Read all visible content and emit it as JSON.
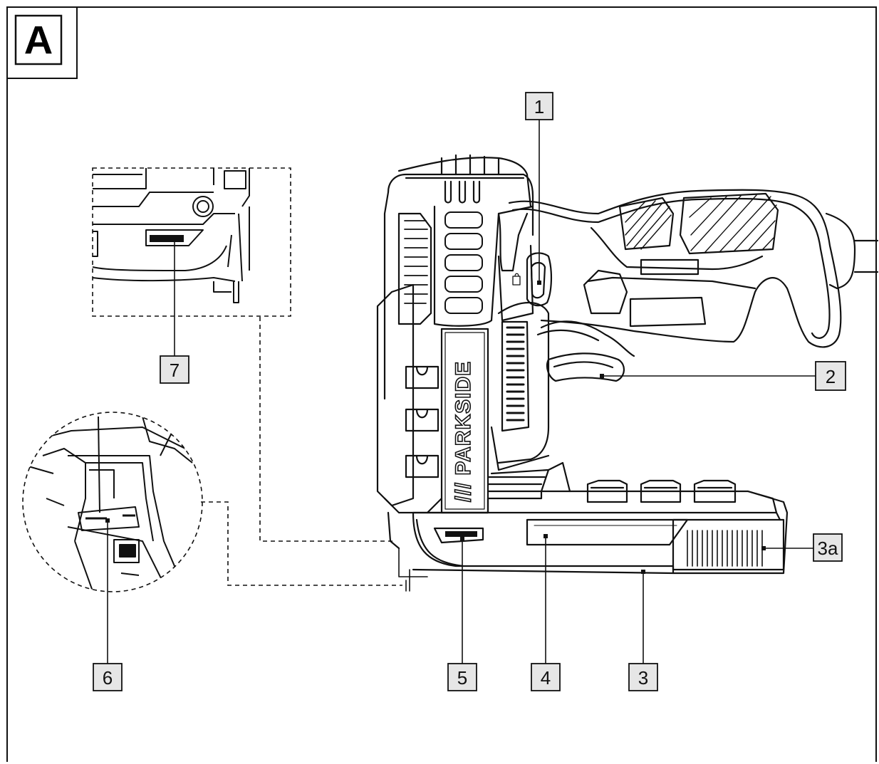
{
  "figure": {
    "letter": "A"
  },
  "brand": {
    "text": "/// PARKSIDE"
  },
  "callouts": {
    "c1": "1",
    "c2": "2",
    "c3": "3",
    "c3a": "3a",
    "c4": "4",
    "c5": "5",
    "c6": "6",
    "c7": "7"
  },
  "colors": {
    "line": "#111111",
    "box_fill": "#e6e6e6",
    "background": "#ffffff"
  }
}
